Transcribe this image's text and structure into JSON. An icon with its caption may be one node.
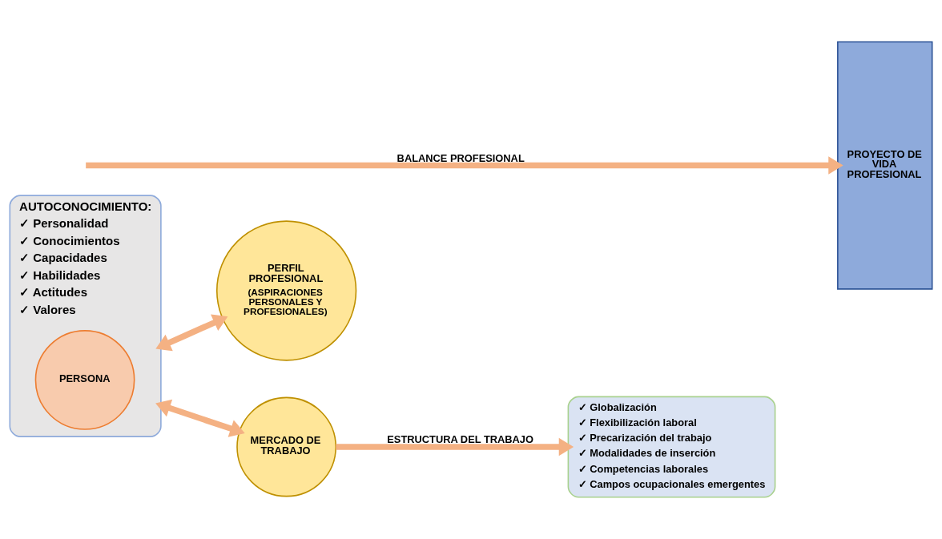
{
  "diagram": {
    "nodes": [
      {
        "text": [
          "AUTOCONOCIMIENTO:",
          "✓ Personalidad",
          "✓ Conocimientos",
          "✓ Capacidades",
          "✓ Habilidades",
          "✓ Actitudes",
          "✓ Valores"
        ]
      },
      {
        "text": [
          "PERSONA"
        ],
        "in": 0
      },
      {
        "text": [
          "PERFIL PROFESIONAL",
          "(ASPIRACIONES PERSONALES Y PROFESIONALES)"
        ]
      },
      {
        "text": [
          "PROYECTO DE VIDA PROFESIONAL"
        ]
      },
      {
        "text": [
          "MERCADO DE TRABAJO"
        ]
      },
      {
        "text": [
          "✓ Globalización",
          "✓ Flexibilización laboral",
          "✓ Precarización del trabajo",
          "✓ Modalidades de inserción",
          "✓ Competencias laborales",
          "✓ Campos ocupacionales emergentes"
        ]
      }
    ],
    "edges": [
      {
        "from": 0,
        "to": 2,
        "arrow": "both"
      },
      {
        "from": 0,
        "to": 4,
        "arrow": "both"
      },
      {
        "from": null,
        "to": 3,
        "arrow": "to",
        "label": "BALANCE PROFESIONAL"
      },
      {
        "from": 4,
        "to": 5,
        "arrow": "to",
        "label": "ESTRUCTURA DEL TRABAJO"
      }
    ]
  }
}
